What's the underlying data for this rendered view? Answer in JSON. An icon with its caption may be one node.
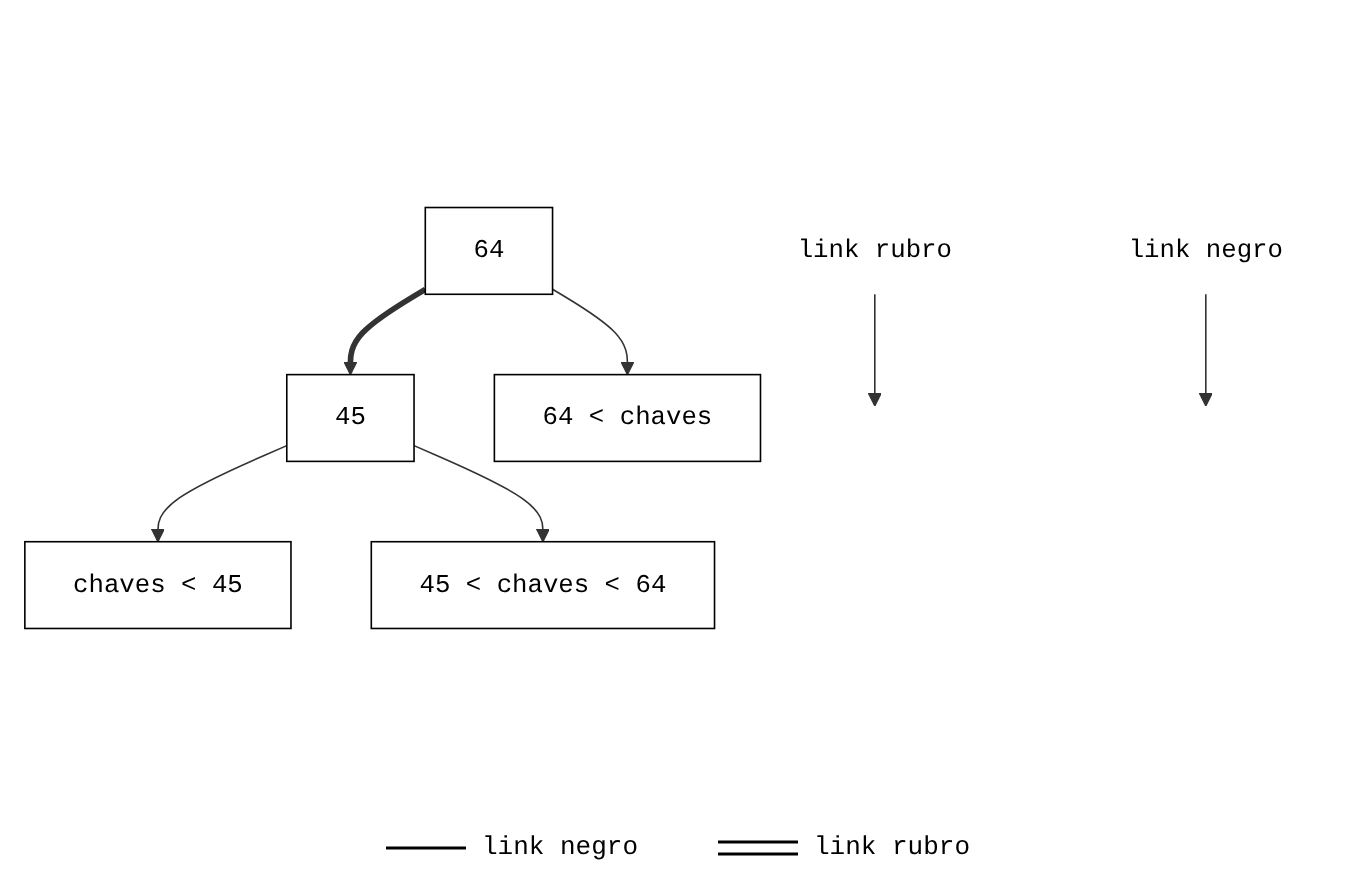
{
  "diagram": {
    "nodes": [
      {
        "text": [
          "link rubro"
        ]
      },
      {
        "text": [
          "64"
        ]
      },
      {
        "text": [
          "link negro"
        ]
      },
      {
        "text": [
          "45"
        ]
      },
      {
        "text": [
          "64 < chaves"
        ]
      },
      {
        "text": [
          "chaves < 45"
        ]
      },
      {
        "text": [
          "45 < chaves < 64"
        ]
      }
    ],
    "edges": [
      {
        "from": 1,
        "to": 3,
        "arrow": "to",
        "style": "thick"
      },
      {
        "from": 1,
        "to": 4,
        "arrow": "to"
      },
      {
        "from": 3,
        "to": 5,
        "arrow": "to"
      },
      {
        "from": 3,
        "to": 6,
        "arrow": "to"
      },
      {
        "from": 0,
        "to": null,
        "arrow": "to"
      },
      {
        "from": 2,
        "to": null,
        "arrow": "to"
      }
    ],
    "legend": [
      {
        "text": "link negro"
      },
      {
        "text": "link rubro"
      }
    ]
  }
}
